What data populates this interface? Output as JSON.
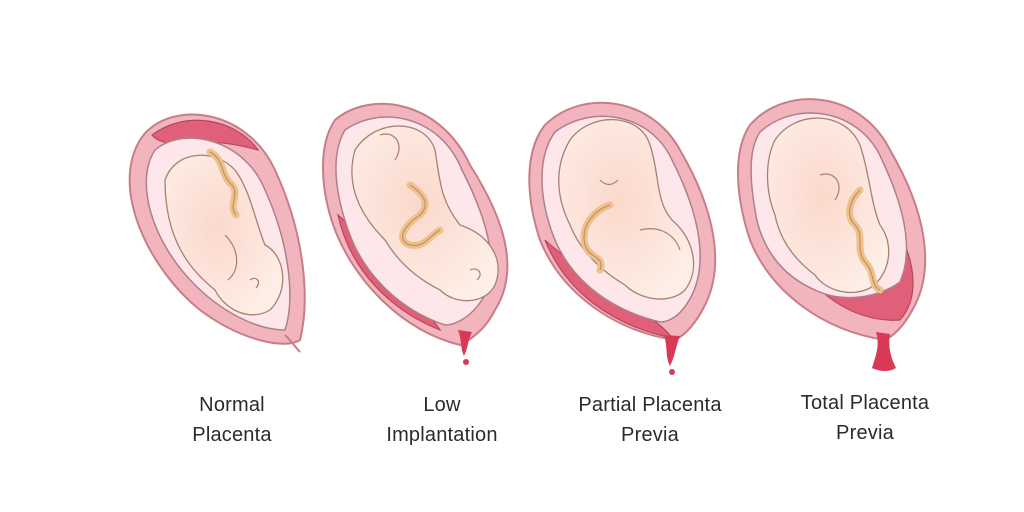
{
  "stages": [
    {
      "id": "normal",
      "line1": "Normal",
      "line2": "Placenta"
    },
    {
      "id": "low",
      "line1": "Low",
      "line2": "Implantation"
    },
    {
      "id": "partial",
      "line1": "Partial Placenta",
      "line2": "Previa"
    },
    {
      "id": "total",
      "line1": "Total Placenta",
      "line2": "Previa"
    }
  ],
  "colors": {
    "uterus_wall": "#f2b5bd",
    "uterus_outline": "#c97d86",
    "placenta": "#e0607a",
    "fetus_skin": "#fbe3d8",
    "fetus_outline": "#a88070",
    "cord": "#eec08c",
    "blood": "#d83a56",
    "text": "#2b2b2b"
  }
}
